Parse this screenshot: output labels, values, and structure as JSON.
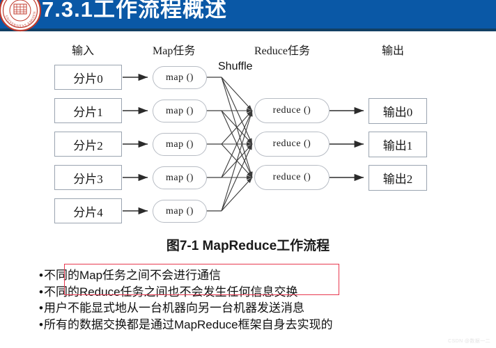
{
  "slide": {
    "title": "7.3.1工作流程概述",
    "banner_color": "#0a58a6",
    "banner_underline_color": "#123f63",
    "logo_name": "university-seal-logo"
  },
  "diagram": {
    "column_headers": {
      "input": "输入",
      "map": "Map任务",
      "reduce": "Reduce任务",
      "output": "输出"
    },
    "shuffle_label": "Shuffle",
    "inputs": [
      "分片0",
      "分片1",
      "分片2",
      "分片3",
      "分片4"
    ],
    "maps": [
      "map ()",
      "map ()",
      "map ()",
      "map ()",
      "map ()"
    ],
    "reduces": [
      "reduce ()",
      "reduce ()",
      "reduce ()"
    ],
    "outputs": [
      "输出0",
      "输出1",
      "输出2"
    ]
  },
  "caption": "图7-1 MapReduce工作流程",
  "bullets": [
    "不同的Map任务之间不会进行通信",
    "不同的Reduce任务之间也不会发生任何信息交换",
    "用户不能显式地从一台机器向另一台机器发送消息",
    "所有的数据交换都是通过MapReduce框架自身去实现的"
  ],
  "bullet_marker": "•",
  "annotation": {
    "highlight_color": "#e8384f"
  },
  "watermark": "CSDN @数据一二"
}
